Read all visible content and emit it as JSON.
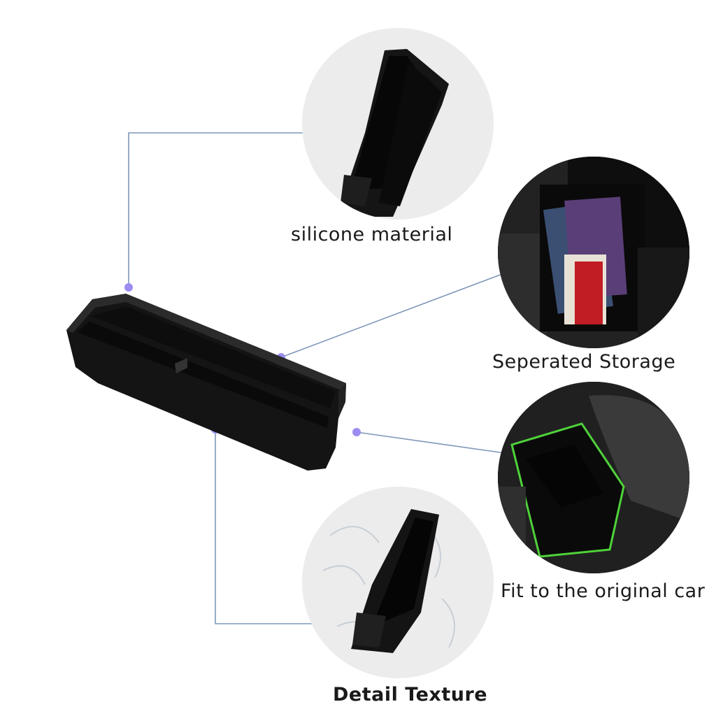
{
  "features": [
    {
      "id": "silicone",
      "label": "silicone material"
    },
    {
      "id": "storage",
      "label": "Seperated Storage"
    },
    {
      "id": "fit",
      "label": "Fit to the original car"
    },
    {
      "id": "texture",
      "label": "Detail Texture"
    }
  ],
  "colors": {
    "callout_line": "#7f97b8",
    "callout_dot": "#9b8df0",
    "circle_bg": "#ececec",
    "product": "#141414",
    "fit_highlight": "#4fd23a"
  },
  "icons": {
    "product": "storage-tray-image",
    "silicone": "tray-closeup-image",
    "storage": "console-storage-image",
    "fit": "console-fit-image",
    "texture": "water-splash-tray-image"
  }
}
